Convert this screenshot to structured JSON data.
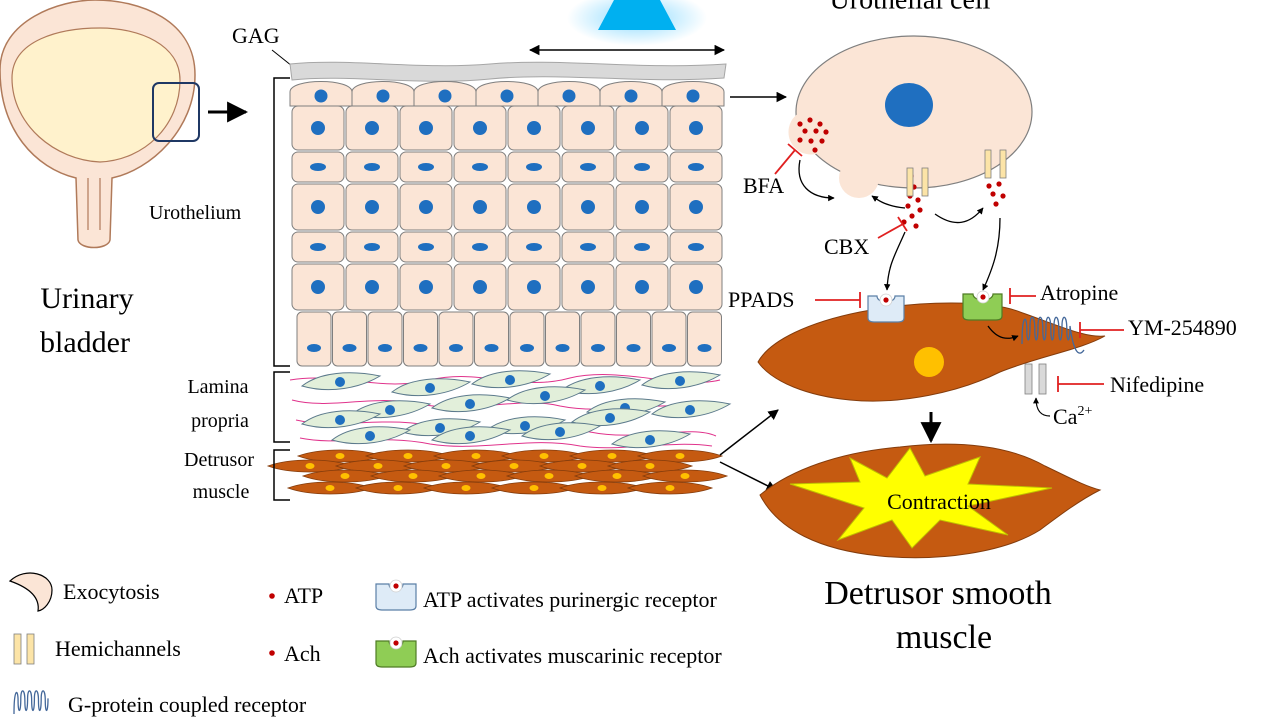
{
  "bladder": {
    "title_line1": "Urinary",
    "title_line2": "bladder"
  },
  "tissue": {
    "gag_label": "GAG",
    "urothelium_label": "Urothelium",
    "lamina_label_line1": "Lamina",
    "lamina_label_line2": "propria",
    "detrusor_label_line1": "Detrusor",
    "detrusor_label_line2": "muscle"
  },
  "urothelial_cell": {
    "title": "Urothelial cell"
  },
  "inhibitors": {
    "bfa": "BFA",
    "cbx": "CBX",
    "ppads": "PPADS",
    "atropine": "Atropine",
    "ym": "YM-254890",
    "nifedipine": "Nifedipine",
    "ca_base": "Ca",
    "ca_sup": "2+"
  },
  "smooth_muscle": {
    "contraction": "Contraction",
    "title_line1": "Detrusor smooth",
    "title_line2": "muscle"
  },
  "legend": {
    "exocytosis": "Exocytosis",
    "hemichannels": "Hemichannels",
    "gpcr": "G-protein coupled receptor",
    "atp": "ATP",
    "ach": "Ach",
    "purinergic": "ATP activates purinergic receptor",
    "muscarinic": "Ach activates muscarinic receptor"
  },
  "colors": {
    "cell_fill": "#fbe5d6",
    "nucleus": "#1f6fc0",
    "muscle": "#c55a11",
    "muscle_nucleus": "#ffc000",
    "fibroblast": "#e2efda",
    "fibre": "#e0338c",
    "molecule": "#c00000",
    "inhibitor": "#e02020",
    "light": "#00b0f0",
    "starburst": "#ffff00",
    "purinergic_receptor": "#deebf7",
    "muscarinic_receptor": "#8fcd55",
    "hemichannel": "#fce4a7",
    "gpcr": "#44689a"
  }
}
